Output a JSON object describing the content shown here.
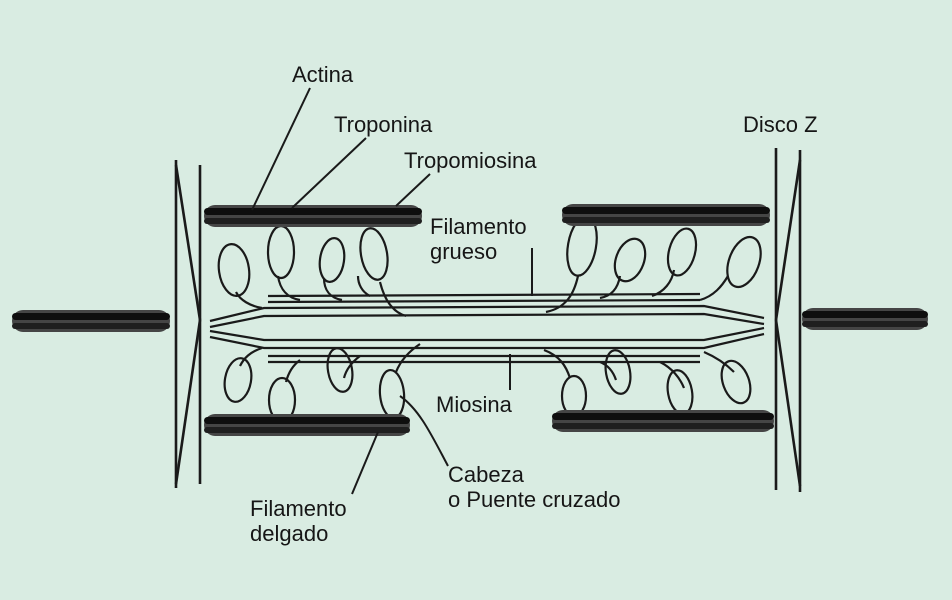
{
  "labels": {
    "actina": "Actina",
    "troponina": "Troponina",
    "tropomiosina": "Tropomiosina",
    "disco_z": "Disco Z",
    "filamento_grueso": [
      "Filamento",
      "grueso"
    ],
    "miosina": "Miosina",
    "cabeza": [
      "Cabeza",
      "o Puente cruzado"
    ],
    "filamento_delgado": [
      "Filamento",
      "delgado"
    ]
  },
  "colors": {
    "background": "#d9ece2",
    "ink": "#141414",
    "filament_light": "#454545",
    "filament_dark": "#0e0e0e"
  }
}
